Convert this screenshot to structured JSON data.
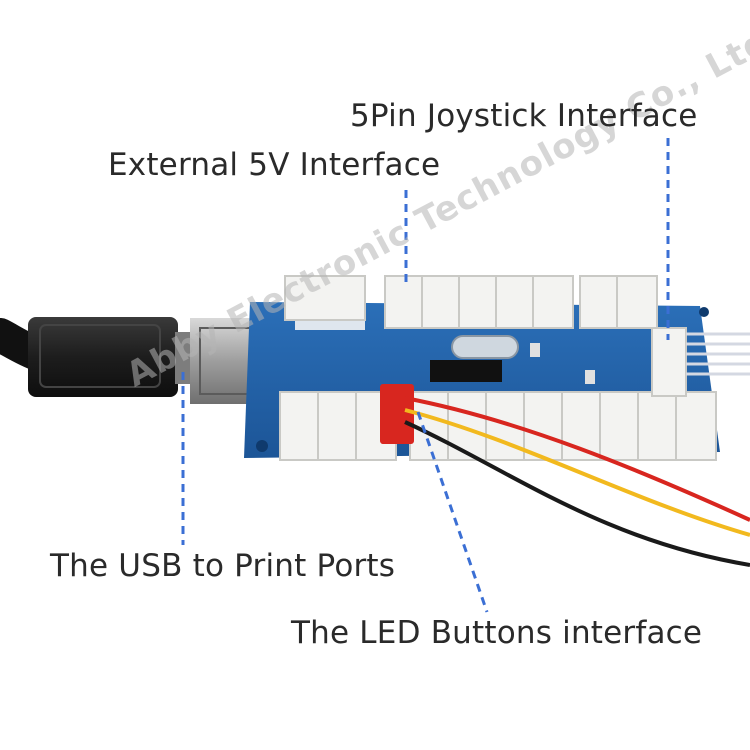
{
  "labels": {
    "joystick": "5Pin Joystick Interface",
    "external_5v": "External 5V Interface",
    "usb": "The USB to Print Ports",
    "led": "The LED Buttons interface"
  },
  "watermark": "Abby Electronic Technology Co., Ltd",
  "colors": {
    "board": "#1f5fa3",
    "leader": "#3b6fd4",
    "connector": "#f3f3f1",
    "wire_red": "#d8261f",
    "wire_yellow": "#f2b91e",
    "wire_black": "#1a1a1a"
  }
}
